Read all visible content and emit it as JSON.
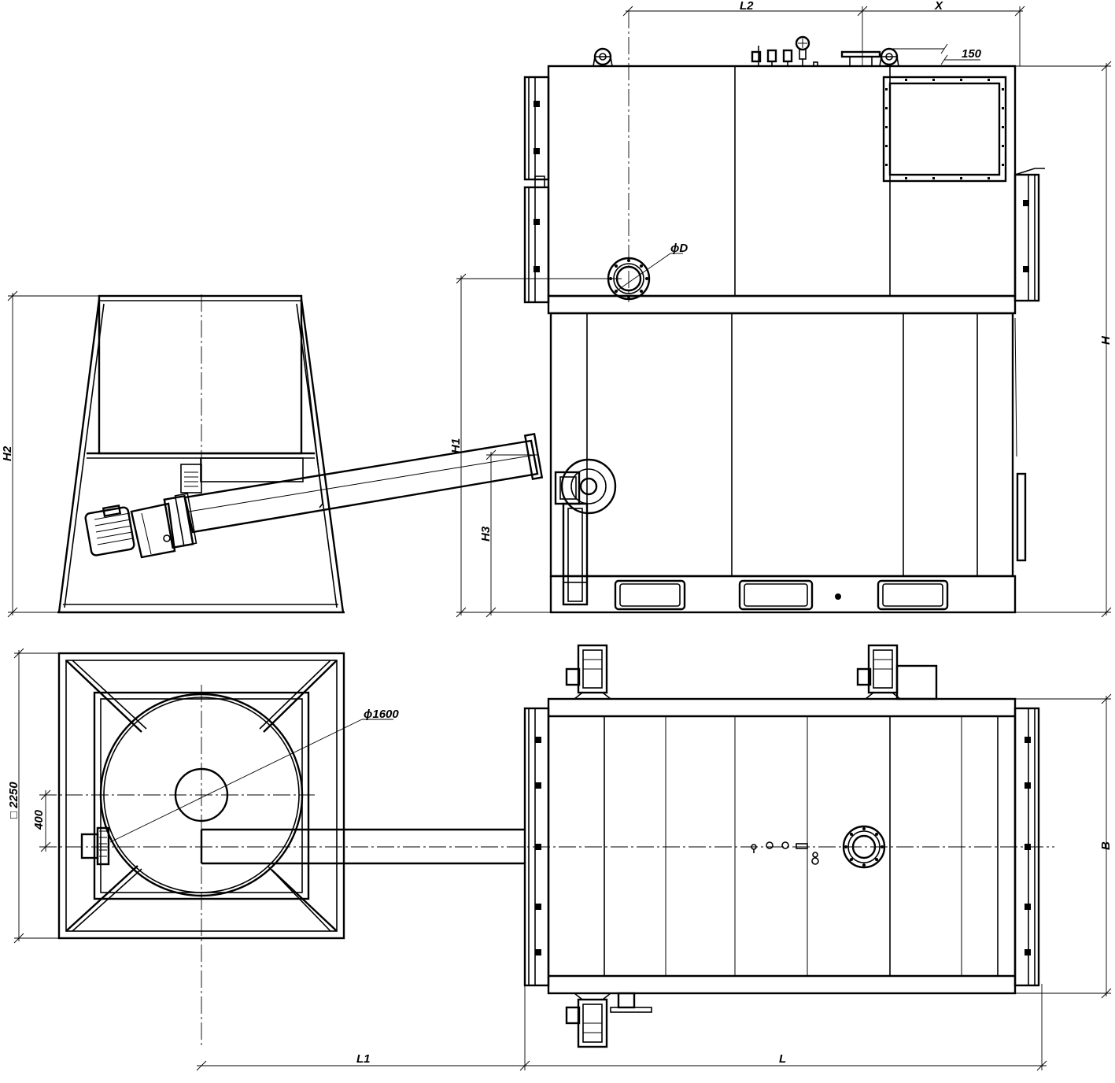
{
  "drawing": {
    "dimensions": {
      "L2": "L2",
      "X": "X",
      "d150": "150",
      "phiD": "ϕD",
      "H": "H",
      "H1": "H1",
      "H2": "H2",
      "H3": "H3",
      "phi1600": "ϕ1600",
      "sq2250": "□ 2250",
      "d400": "400",
      "B": "B",
      "L1": "L1",
      "L": "L"
    }
  }
}
